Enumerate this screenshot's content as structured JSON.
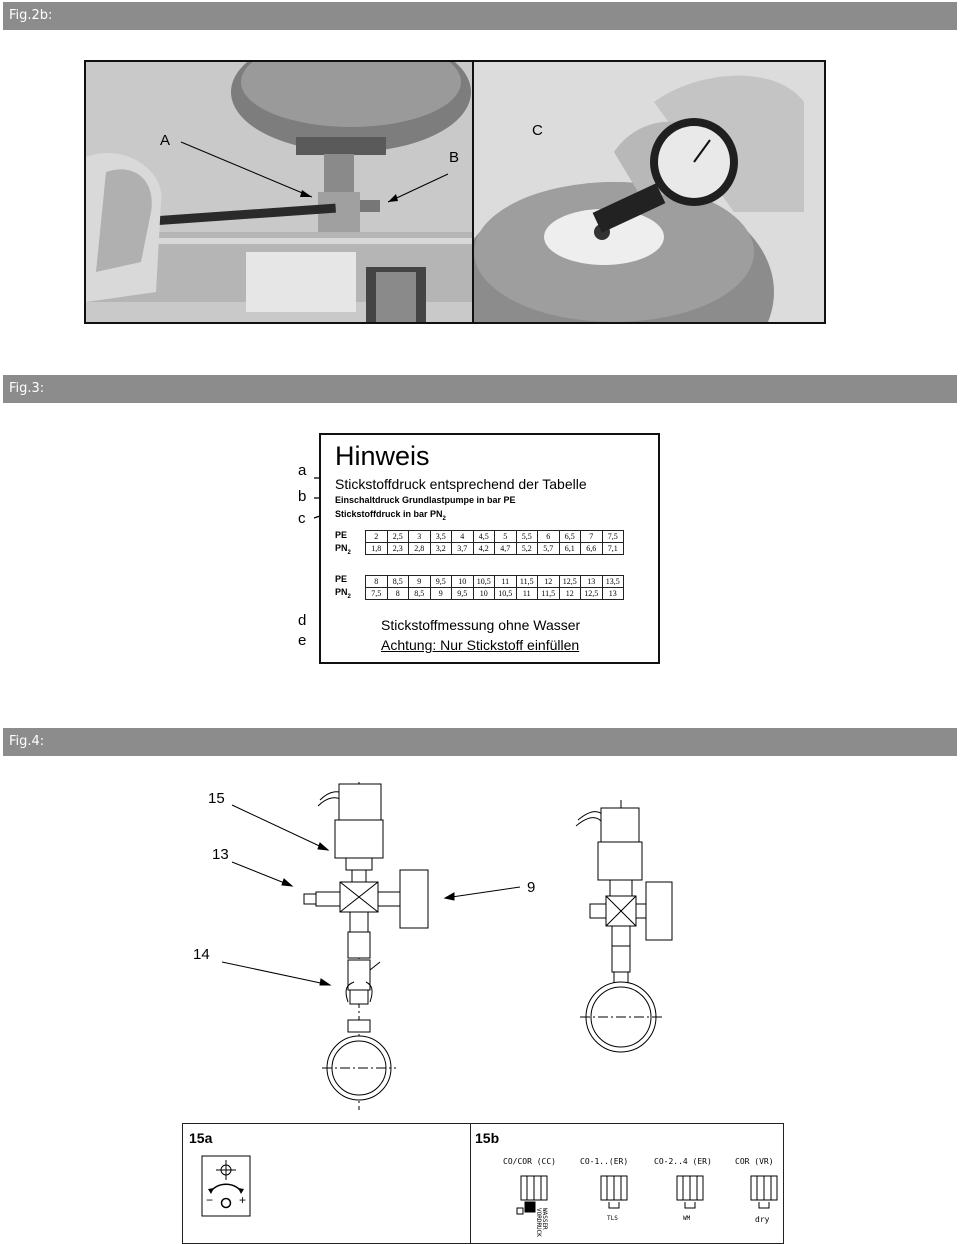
{
  "fig2b": {
    "header": "Fig.2b:",
    "labels": {
      "a": "A",
      "b": "B",
      "c": "C"
    }
  },
  "fig3": {
    "header": "Fig.3:",
    "title": "Hinweis",
    "line1": "Stickstoffdruck entsprechend der Tabelle",
    "line2": "Einschaltdruck Grundlastpumpe in bar PE",
    "line3_main": "Stickstoffdruck in bar PN",
    "line3_sub": "2",
    "line4": "Stickstoffmessung ohne Wasser",
    "line5": "Achtung: Nur Stickstoff einfüllen",
    "side_labels": {
      "a": "a",
      "b": "b",
      "c": "c",
      "d": "d",
      "e": "e"
    },
    "row_labels": {
      "pe": "PE",
      "pn_main": "PN",
      "pn_sub": "2"
    },
    "table1": {
      "pe": [
        "2",
        "2,5",
        "3",
        "3,5",
        "4",
        "4,5",
        "5",
        "5,5",
        "6",
        "6,5",
        "7",
        "7,5"
      ],
      "pn2": [
        "1,8",
        "2,3",
        "2,8",
        "3,2",
        "3,7",
        "4,2",
        "4,7",
        "5,2",
        "5,7",
        "6,1",
        "6,6",
        "7,1"
      ]
    },
    "table2": {
      "pe": [
        "8",
        "8,5",
        "9",
        "9,5",
        "10",
        "10,5",
        "11",
        "11,5",
        "12",
        "12,5",
        "13",
        "13,5"
      ],
      "pn2": [
        "7,5",
        "8",
        "8,5",
        "9",
        "9,5",
        "10",
        "10,5",
        "11",
        "11,5",
        "12",
        "12,5",
        "13"
      ]
    }
  },
  "fig4": {
    "header": "Fig.4:",
    "labels": {
      "l15": "15",
      "l13": "13",
      "l14": "14",
      "l9": "9"
    },
    "panel_a": {
      "title": "15a",
      "minus": "−",
      "plus": "+"
    },
    "panel_b": {
      "title": "15b",
      "captions": [
        "CO/COR (CC)",
        "CO-1..(ER)",
        "CO-2..4 (ER)",
        "COR (VR)"
      ],
      "sublabels": [
        "TLS",
        "WM",
        "dry"
      ],
      "vertical_text": [
        "VORDRUCK",
        "WASSER"
      ]
    }
  }
}
